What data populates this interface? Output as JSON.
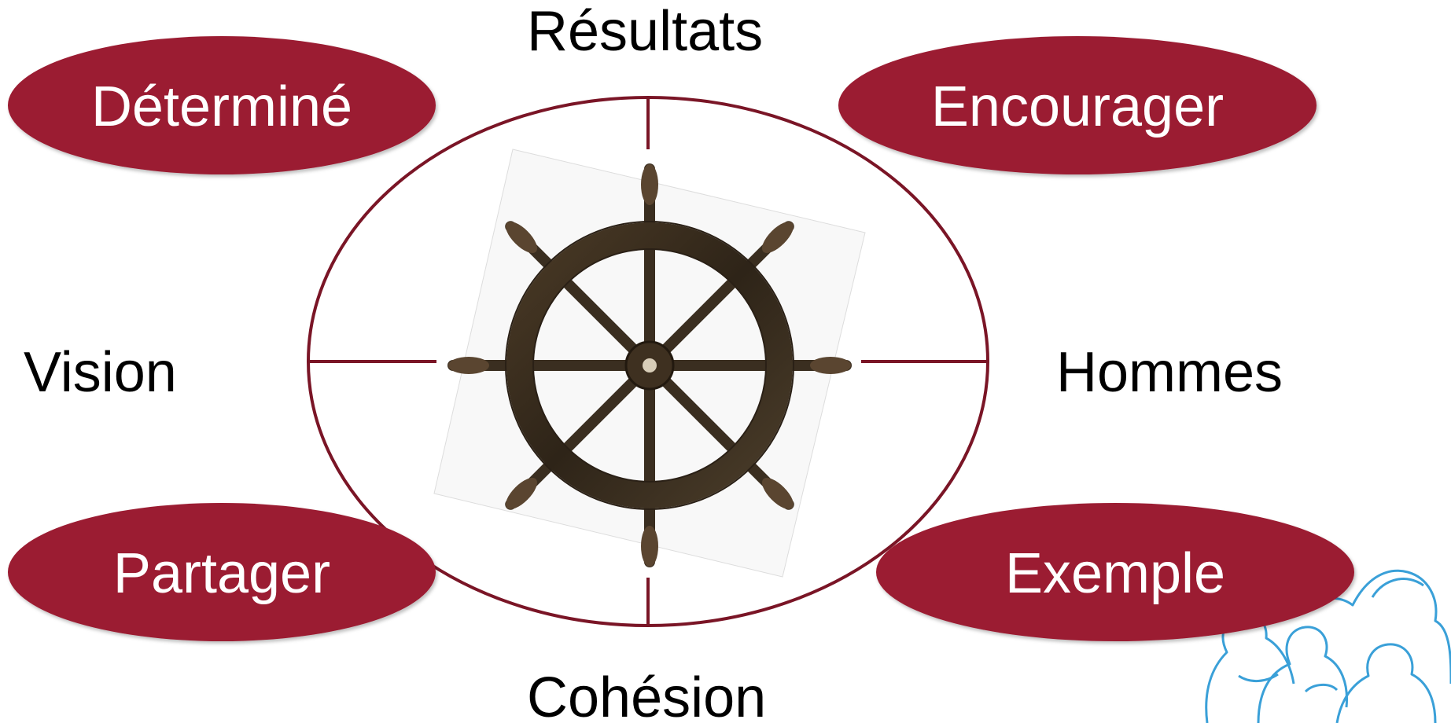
{
  "diagram": {
    "labels": {
      "top": "Résultats",
      "left": "Vision",
      "right": "Hommes",
      "bottom": "Cohésion"
    },
    "pills": {
      "top_left": "Déterminé",
      "top_right": "Encourager",
      "bottom_left": "Partager",
      "bottom_right": "Exemple"
    },
    "colors": {
      "pill_fill": "#9b1b30",
      "circle_stroke": "#7a1526",
      "wheel_wood": "#3e3020",
      "figure_stroke": "#3aa0d8"
    },
    "central_image": "ship-wheel",
    "corner_decoration": "people-outline"
  }
}
